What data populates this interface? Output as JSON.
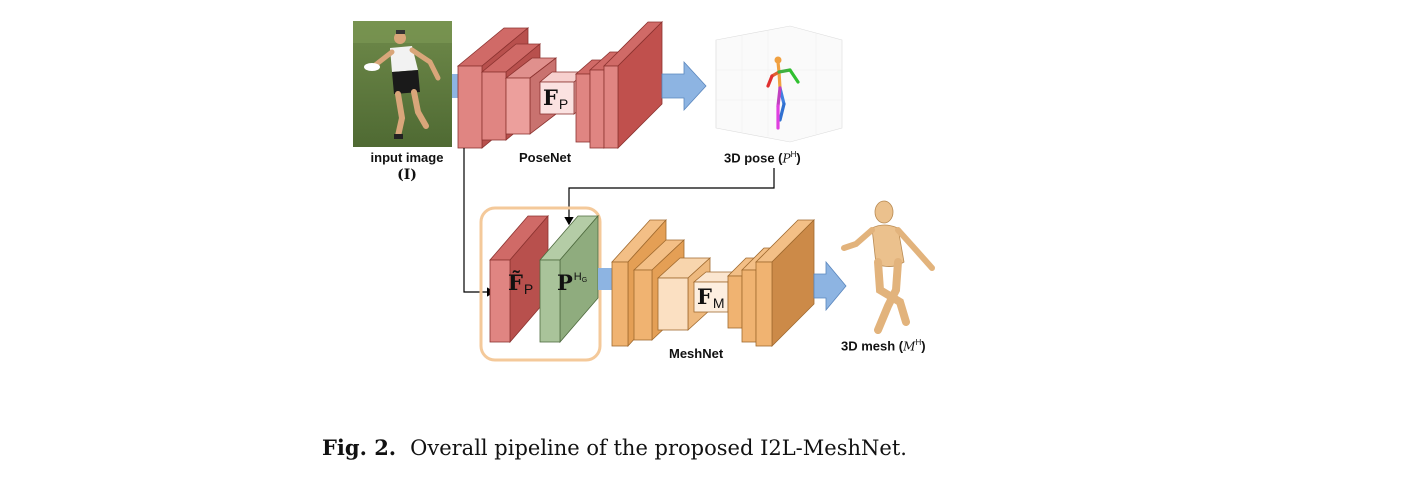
{
  "labels": {
    "input_image": "input image",
    "input_symbol": "(I)",
    "posenet": "PoseNet",
    "pose3d_prefix": "3D pose (",
    "pose3d_symbol": "P",
    "pose3d_sup": "H",
    "pose3d_suffix": ")",
    "meshnet": "MeshNet",
    "mesh3d_prefix": "3D mesh (",
    "mesh3d_symbol": "M",
    "mesh3d_sup": "H",
    "mesh3d_suffix": ")"
  },
  "features": {
    "posenet_feature": "F",
    "posenet_feature_sub": "P",
    "lifted_feature": "F̃",
    "lifted_feature_sub": "P",
    "heatmap": "P",
    "heatmap_sup": "H",
    "heatmap_sup_sub": "G",
    "meshnet_feature": "F",
    "meshnet_feature_sub": "M"
  },
  "caption": {
    "fig": "Fig. 2.",
    "text": "Overall pipeline of the proposed I2L-MeshNet."
  },
  "colors": {
    "posenet_dark": "#c0504d",
    "posenet_light": "#e8a3a1",
    "heatmap_green": "#8fac7e",
    "meshnet_orange": "#e8a35a",
    "meshnet_light": "#f7d3ad",
    "arrow_blue": "#8db4e2",
    "highlight_box": "#f4c99a",
    "skin": "#e9bf88"
  }
}
